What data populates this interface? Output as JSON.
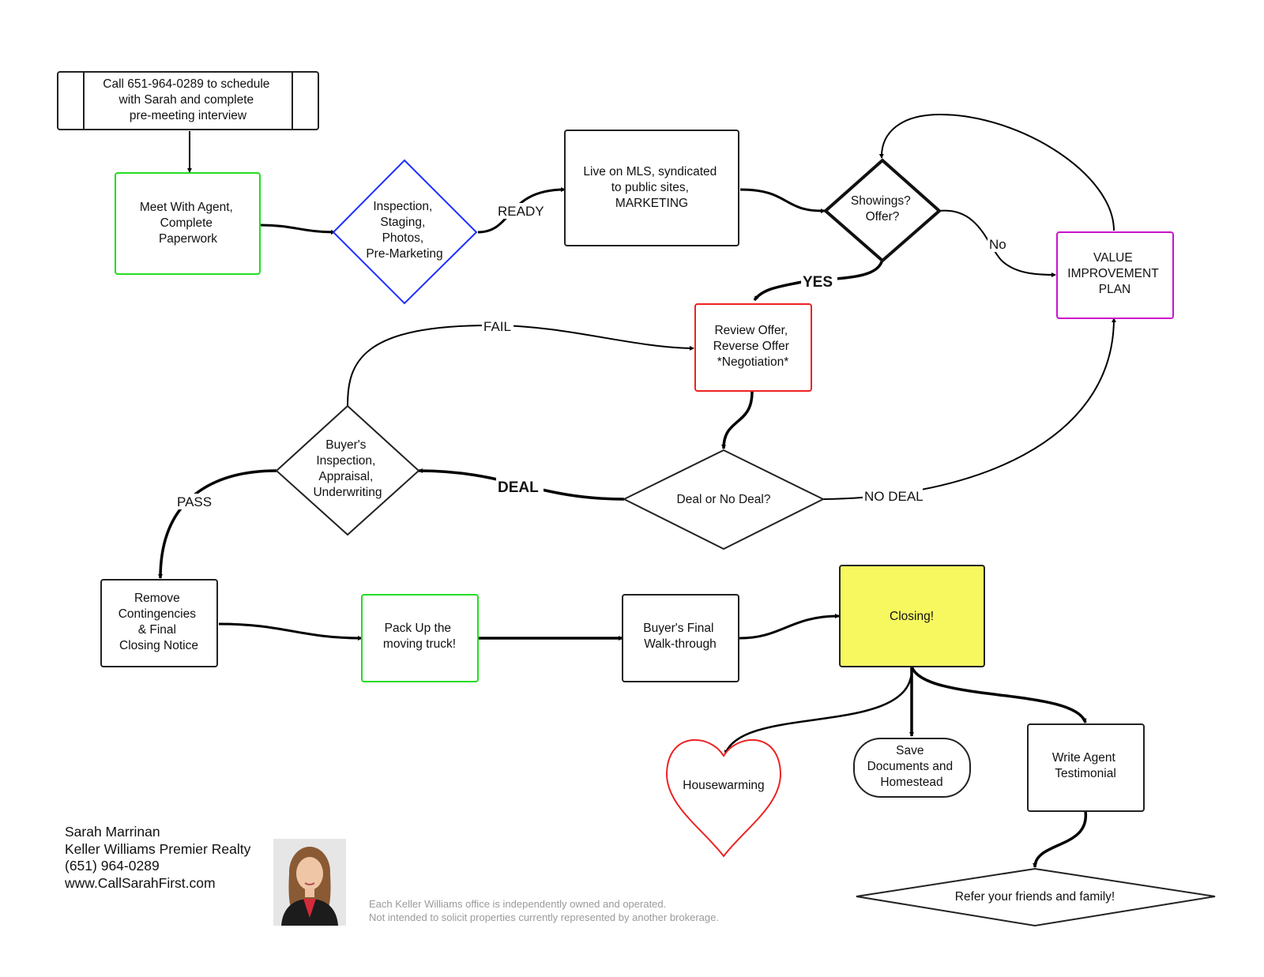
{
  "nodes": {
    "schedule": {
      "lines": [
        "Call 651-964-0289 to schedule",
        "with Sarah and complete",
        "pre-meeting interview"
      ]
    },
    "meet": {
      "lines": [
        "Meet With Agent,",
        "Complete",
        "Paperwork"
      ]
    },
    "inspection": {
      "lines": [
        "Inspection,",
        "Staging,",
        "Photos,",
        "Pre-Marketing"
      ]
    },
    "live": {
      "lines": [
        "Live on MLS, syndicated",
        "to public sites,",
        "MARKETING"
      ]
    },
    "showings": {
      "lines": [
        "Showings?",
        "Offer?"
      ]
    },
    "value": {
      "lines": [
        "VALUE",
        "IMPROVEMENT",
        "PLAN"
      ]
    },
    "review": {
      "lines": [
        "Review Offer,",
        "Reverse Offer",
        "*Negotiation*"
      ]
    },
    "buyer_insp": {
      "lines": [
        "Buyer's",
        "Inspection,",
        "Appraisal,",
        "Underwriting"
      ]
    },
    "deal": {
      "lines": [
        "Deal or No Deal?"
      ]
    },
    "remove": {
      "lines": [
        "Remove",
        "Contingencies",
        "& Final",
        "Closing Notice"
      ]
    },
    "pack": {
      "lines": [
        "Pack Up the",
        "moving truck!"
      ]
    },
    "walk": {
      "lines": [
        "Buyer's Final",
        "Walk-through"
      ]
    },
    "closing": {
      "lines": [
        "Closing!"
      ]
    },
    "housewarming": {
      "lines": [
        "Housewarming"
      ]
    },
    "save": {
      "lines": [
        "Save",
        "Documents and",
        "Homestead"
      ]
    },
    "testimonial": {
      "lines": [
        "Write Agent",
        "Testimonial"
      ]
    },
    "refer": {
      "lines": [
        "Refer your friends and family!"
      ]
    }
  },
  "edge_labels": {
    "ready": "READY",
    "no": "No",
    "yes": "YES",
    "fail": "FAIL",
    "deal": "DEAL",
    "no_deal": "NO DEAL",
    "pass": "PASS"
  },
  "footer": {
    "name": "Sarah Marrinan",
    "company": "Keller Williams Premier Realty",
    "phone": "(651) 964-0289",
    "website": "www.CallSarahFirst.com"
  },
  "disclaimer": {
    "line1": "Each Keller Williams office is independently owned and operated.",
    "line2": "Not intended to solicit properties currently represented by another brokerage."
  },
  "colors": {
    "green": "#22dd22",
    "blue": "#1f2fff",
    "red": "#ee2222",
    "magenta": "#cc11cc",
    "yellow": "#f7f760",
    "border": "#222222"
  }
}
